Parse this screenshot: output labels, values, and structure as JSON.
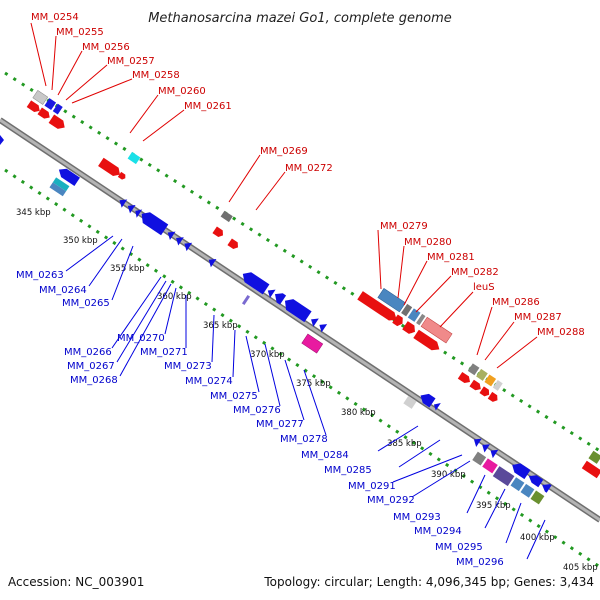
{
  "title": "Methanosarcina mazei Go1, complete genome",
  "footer": {
    "accession": "Accession: NC_003901",
    "topology": "Topology: circular; Length: 4,096,345 bp; Genes: 3,434"
  },
  "colors": {
    "forward_gene": "#e81010",
    "reverse_gene": "#1010e0",
    "forward_label": "#cc0000",
    "reverse_label": "#0000cc",
    "backbone": "#909090",
    "dotted_track": "#228822"
  },
  "kbp_ticks": [
    "345 kbp",
    "350 kbp",
    "355 kbp",
    "360 kbp",
    "365 kbp",
    "370 kbp",
    "375 kbp",
    "380 kbp",
    "385 kbp",
    "390 kbp",
    "395 kbp",
    "400 kbp",
    "405 kbp"
  ],
  "forward_labels": [
    "MM_0254",
    "MM_0255",
    "MM_0256",
    "MM_0257",
    "MM_0258",
    "MM_0260",
    "MM_0261",
    "MM_0269",
    "MM_0272",
    "MM_0279",
    "MM_0280",
    "MM_0281",
    "MM_0282",
    "leuS",
    "MM_0286",
    "MM_0287",
    "MM_0288"
  ],
  "reverse_labels": [
    "MM_0263",
    "MM_0264",
    "MM_0265",
    "MM_0266",
    "MM_0267",
    "MM_0268",
    "MM_0270",
    "MM_0271",
    "MM_0273",
    "MM_0274",
    "MM_0275",
    "MM_0276",
    "MM_0277",
    "MM_0278",
    "MM_0284",
    "MM_0285",
    "MM_0291",
    "MM_0292",
    "MM_0293",
    "MM_0294",
    "MM_0295",
    "MM_0296"
  ]
}
